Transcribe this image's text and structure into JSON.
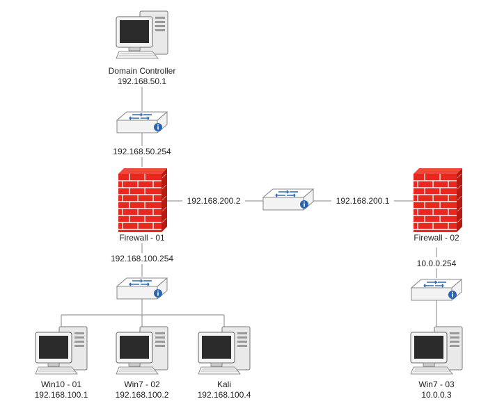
{
  "nodes": {
    "dc": {
      "name": "Domain Controller",
      "ip": "192.168.50.1"
    },
    "sw_top": {
      "ip": "192.168.50.254"
    },
    "fw1": {
      "name": "Firewall - 01",
      "ip_lan": "192.168.100.254",
      "ip_wan": "192.168.200.2"
    },
    "fw2": {
      "name": "Firewall - 02",
      "ip_wan": "192.168.200.1",
      "ip_lan": "10.0.0.254"
    },
    "win10": {
      "name": "Win10 - 01",
      "ip": "192.168.100.1"
    },
    "win7a": {
      "name": "Win7 - 02",
      "ip": "192.168.100.2"
    },
    "kali": {
      "name": "Kali",
      "ip": "192.168.100.4"
    },
    "win7b": {
      "name": "Win7 - 03",
      "ip": "10.0.0.3"
    }
  },
  "icons": {
    "computer": "desktop-computer-icon",
    "switch": "network-switch-icon",
    "firewall": "brick-firewall-icon"
  },
  "colors": {
    "firewall_brick": "#e8281e",
    "firewall_mortar": "#ffffff",
    "switch_body": "#f0f0f0",
    "switch_arrows": "#2e6db4",
    "info_badge": "#2a64b0",
    "link": "#9a9a9a"
  }
}
